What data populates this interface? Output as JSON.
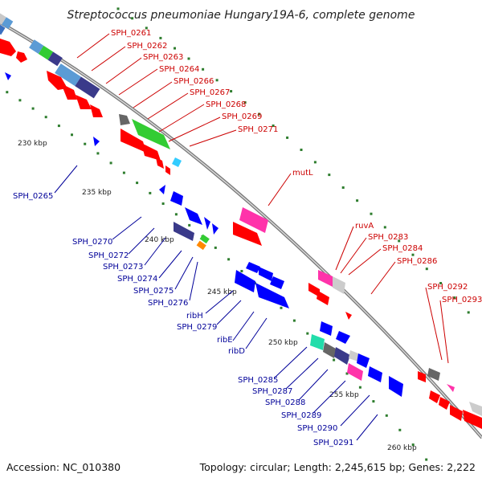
{
  "title": "Streptococcus pneumoniae Hungary19A-6, complete genome",
  "accession": "Accession: NC_010380",
  "summary": "Topology: circular; Length: 2,245,615 bp; Genes: 2,222",
  "colors": {
    "forward_label": "#cc0000",
    "reverse_label": "#000099",
    "backbone": "#888888",
    "tick": "#2e7d2e"
  },
  "ticks": [
    "230 kbp",
    "235 kbp",
    "240 kbp",
    "245 kbp",
    "250 kbp",
    "255 kbp",
    "260 kbp"
  ],
  "forward_labels": [
    "SPH_0261",
    "SPH_0262",
    "SPH_0263",
    "SPH_0264",
    "SPH_0266",
    "SPH_0267",
    "SPH_0268",
    "SPH_0269",
    "SPH_0271",
    "mutL",
    "ruvA",
    "SPH_0283",
    "SPH_0284",
    "SPH_0286",
    "SPH_0292",
    "SPH_0293"
  ],
  "reverse_labels": [
    "SPH_0265",
    "SPH_0270",
    "SPH_0272",
    "SPH_0273",
    "SPH_0274",
    "SPH_0275",
    "SPH_0276",
    "ribH",
    "SPH_0279",
    "ribE",
    "ribD",
    "SPH_0285",
    "SPH_0287",
    "SPH_0288",
    "SPH_0289",
    "SPH_0290",
    "SPH_0291"
  ]
}
